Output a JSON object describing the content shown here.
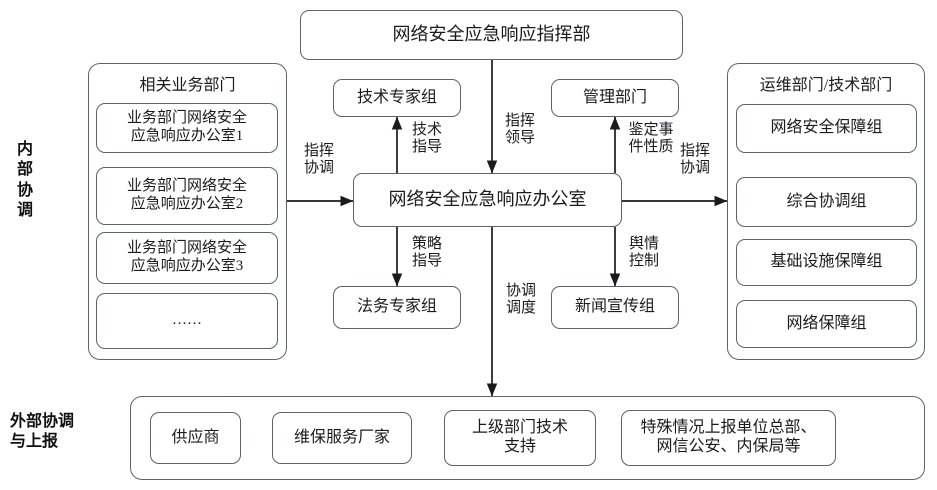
{
  "diagram": {
    "title_box": {
      "label": "网络安全应急响应指挥部"
    },
    "hub": {
      "label": "网络安全应急响应办公室"
    },
    "side_labels": {
      "internal": "内部协调",
      "external": "外部协调与上报"
    },
    "left_panel": {
      "title": "相关业务部门",
      "items": [
        {
          "label": "业务部门网络安全\n应急响应办公室1"
        },
        {
          "label": "业务部门网络安全\n应急响应办公室2"
        },
        {
          "label": "业务部门网络安全\n应急响应办公室3"
        },
        {
          "label": "……"
        }
      ]
    },
    "right_panel": {
      "title": "运维部门/技术部门",
      "items": [
        {
          "label": "网络安全保障组"
        },
        {
          "label": "综合协调组"
        },
        {
          "label": "基础设施保障组"
        },
        {
          "label": "网络保障组"
        }
      ]
    },
    "center_nodes": [
      {
        "name": "tech-expert-group",
        "label": "技术专家组"
      },
      {
        "name": "management-dept",
        "label": "管理部门"
      },
      {
        "name": "legal-expert-group",
        "label": "法务专家组"
      },
      {
        "name": "press-publicity-group",
        "label": "新闻宣传组"
      }
    ],
    "bottom_panel": {
      "items": [
        {
          "label": "供应商"
        },
        {
          "label": "维保服务厂家"
        },
        {
          "label": "上级部门技术\n支持"
        },
        {
          "label": "特殊情况上报单位总部、\n网信公安、内保局等"
        }
      ]
    },
    "edge_labels": {
      "command_leadership": "指挥\n领导",
      "tech_guidance": "技术\n指导",
      "event_identification": "鉴定事\n件性质",
      "strategy_guidance": "策略\n指导",
      "opinion_control": "舆情\n控制",
      "coordination_dispatch": "协调\n调度",
      "command_coordination_left": "指挥\n协调",
      "command_coordination_right": "指挥\n协调"
    },
    "colors": {
      "stroke": "#5f6266",
      "text": "#1b1b1b",
      "background": "#ffffff"
    }
  }
}
